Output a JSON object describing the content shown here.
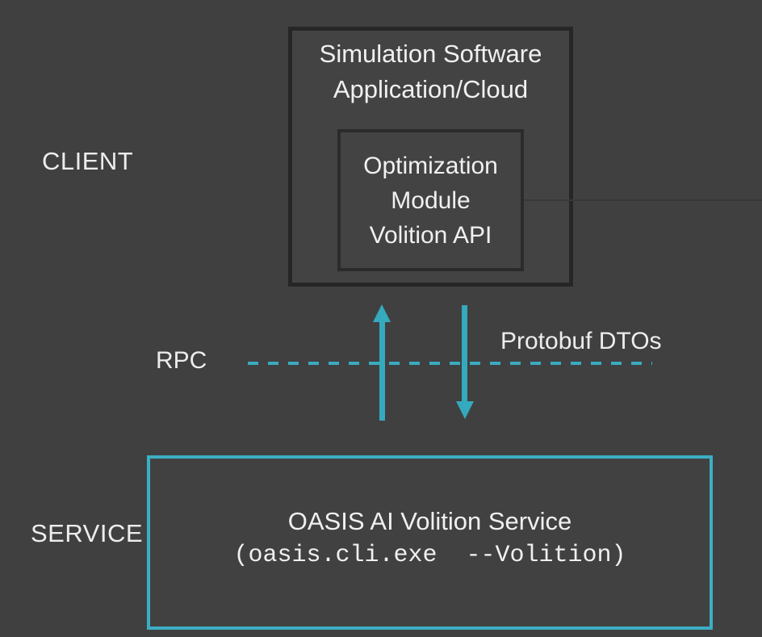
{
  "colors": {
    "background": "#404040",
    "box_fill": "#434343",
    "dark_border": "#262626",
    "teal_accent": "#35A9BD",
    "service_border": "#3CAEC4",
    "text": "#EDEDED"
  },
  "labels": {
    "client": "CLIENT",
    "service": "SERVICE",
    "rpc": "RPC",
    "protobuf": "Protobuf DTOs"
  },
  "client_box": {
    "title_line1": "Simulation Software",
    "title_line2": "Application/Cloud",
    "inner_box": {
      "line1": "Optimization",
      "line2": "Module",
      "line3": "Volition API"
    }
  },
  "service_box": {
    "title": "OASIS AI Volition Service",
    "command": "(oasis.cli.exe  --Volition)"
  },
  "icons": {
    "up_arrow": "upward-teal-arrow",
    "down_arrow": "downward-teal-arrow"
  }
}
